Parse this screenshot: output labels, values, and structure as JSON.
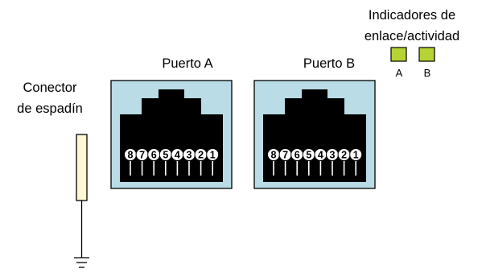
{
  "indicators": {
    "title_line1": "Indicadores de",
    "title_line2": "enlace/actividad",
    "led_a_label": "A",
    "led_b_label": "B",
    "led_color": "#b5d334"
  },
  "spade_connector": {
    "label_line1": "Conector",
    "label_line2": "de espadín",
    "fill_color": "#fdf7d4"
  },
  "ports": [
    {
      "label": "Puerto A",
      "pins": [
        "8",
        "7",
        "6",
        "5",
        "4",
        "3",
        "2",
        "1"
      ]
    },
    {
      "label": "Puerto B",
      "pins": [
        "8",
        "7",
        "6",
        "5",
        "4",
        "3",
        "2",
        "1"
      ]
    }
  ],
  "colors": {
    "port_frame": "#b9dce6",
    "jack_body": "#000000",
    "pin_circle": "#ffffff"
  },
  "icons": {
    "ground": "ground-symbol-icon"
  }
}
